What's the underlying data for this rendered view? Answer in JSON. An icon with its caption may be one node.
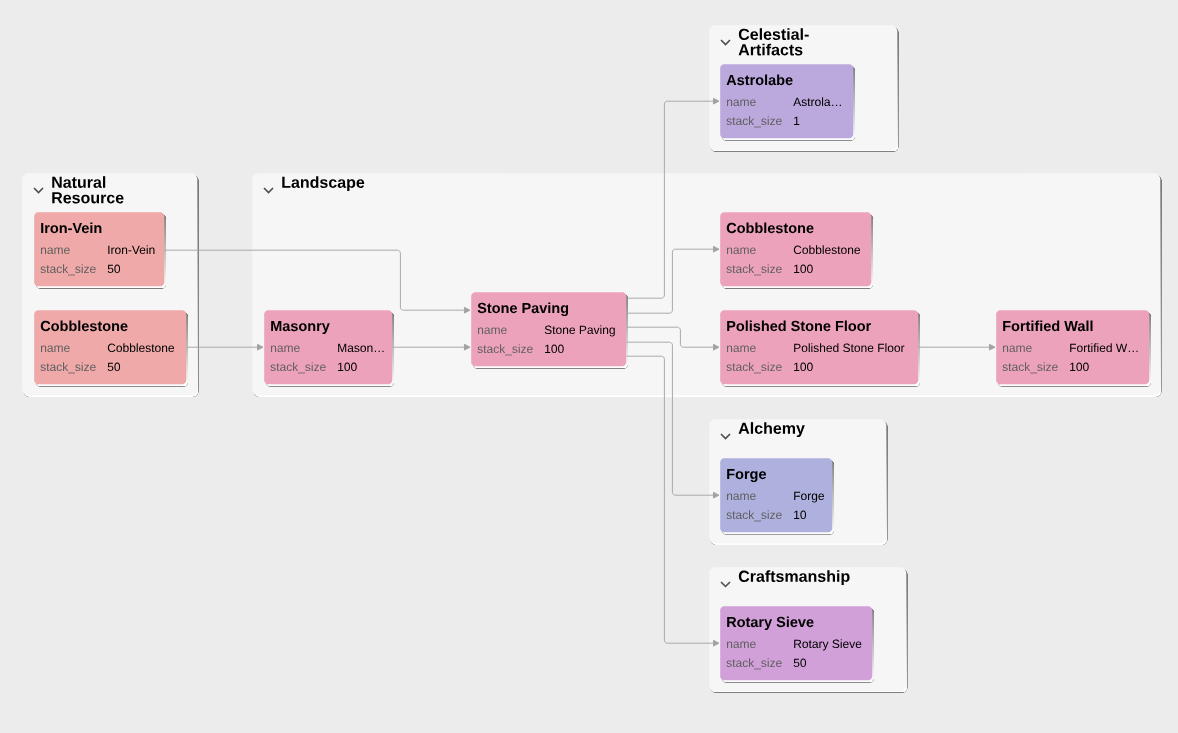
{
  "diagram": {
    "nodes": [
      {
        "text": [
          "Natural Resource"
        ]
      },
      {
        "text": [
          "Iron-Vein",
          "name",
          "Iron-Vein",
          "stack_size",
          "50"
        ],
        "in": 0
      },
      {
        "text": [
          "Cobblestone",
          "name",
          "Cobblestone",
          "stack_size",
          "50"
        ],
        "in": 0
      },
      {
        "text": [
          "Landscape"
        ]
      },
      {
        "text": [
          "Masonry",
          "name",
          "Mason…",
          "stack_size",
          "100"
        ],
        "in": 3
      },
      {
        "text": [
          "Stone Paving",
          "name",
          "Stone Paving",
          "stack_size",
          "100"
        ],
        "in": 3
      },
      {
        "text": [
          "Cobblestone",
          "name",
          "Cobblestone",
          "stack_size",
          "100"
        ],
        "in": 3
      },
      {
        "text": [
          "Polished Stone Floor",
          "name",
          "Polished Stone Floor",
          "stack_size",
          "100"
        ],
        "in": 3
      },
      {
        "text": [
          "Fortified Wall",
          "name",
          "Fortified W…",
          "stack_size",
          "100"
        ],
        "in": 3
      },
      {
        "text": [
          "Celestial-Artifacts"
        ]
      },
      {
        "text": [
          "Astrolabe",
          "name",
          "Astrola…",
          "stack_size",
          "1"
        ],
        "in": 9
      },
      {
        "text": [
          "Alchemy"
        ]
      },
      {
        "text": [
          "Forge",
          "name",
          "Forge",
          "stack_size",
          "10"
        ],
        "in": 11
      },
      {
        "text": [
          "Craftsmanship"
        ]
      },
      {
        "text": [
          "Rotary Sieve",
          "name",
          "Rotary Sieve",
          "stack_size",
          "50"
        ],
        "in": 13
      }
    ],
    "edges": [
      {
        "from": 1,
        "to": 5,
        "arrow": "to"
      },
      {
        "from": 2,
        "to": 4,
        "arrow": "to"
      },
      {
        "from": 4,
        "to": 5,
        "arrow": "to"
      },
      {
        "from": 5,
        "to": 10,
        "arrow": "to"
      },
      {
        "from": 5,
        "to": 6,
        "arrow": "to"
      },
      {
        "from": 5,
        "to": 7,
        "arrow": "to"
      },
      {
        "from": 7,
        "to": 8,
        "arrow": "to"
      },
      {
        "from": 5,
        "to": 12,
        "arrow": "to"
      },
      {
        "from": 5,
        "to": 14,
        "arrow": "to"
      }
    ]
  }
}
